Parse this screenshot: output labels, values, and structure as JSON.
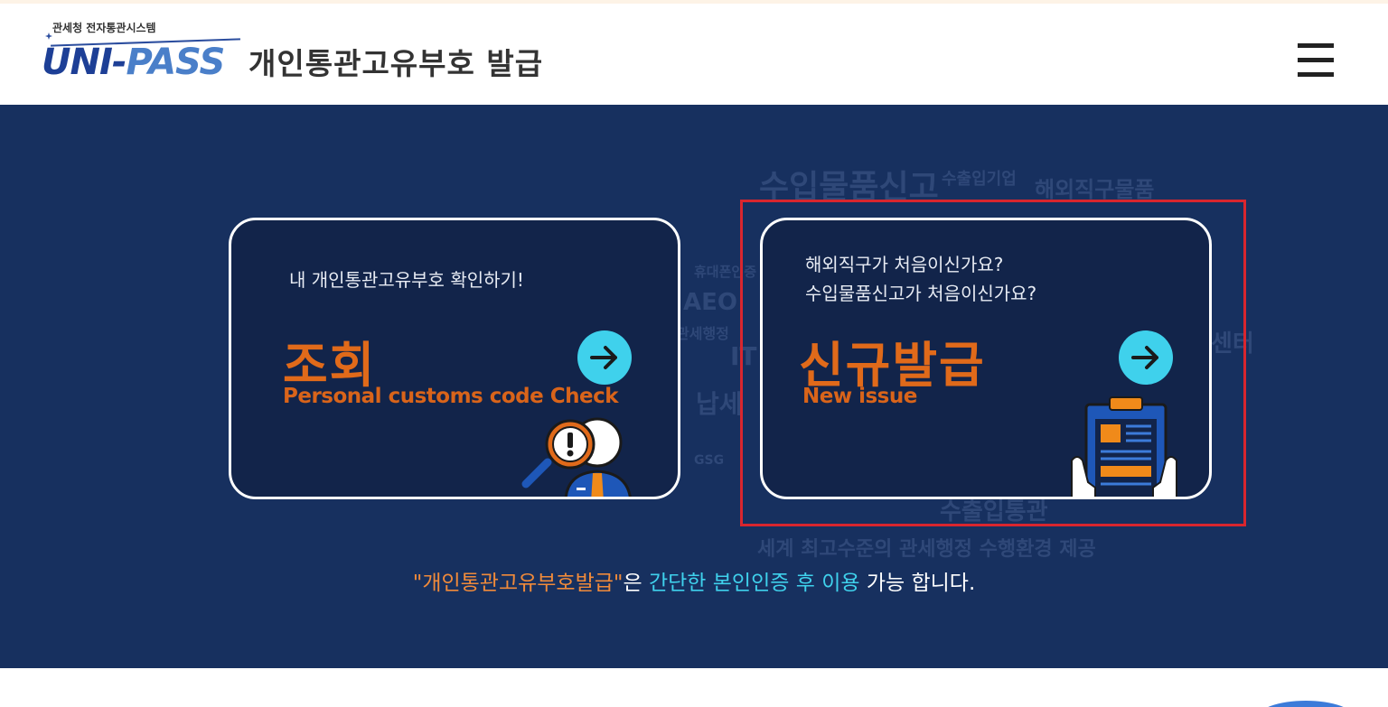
{
  "header": {
    "logo_subtitle": "관세청 전자통관시스템",
    "logo_text_uni": "UNI-",
    "logo_text_pass": "PASS",
    "site_title": "개인통관고유부호 발급",
    "menu_icon": "hamburger-menu-icon"
  },
  "cards": {
    "lookup": {
      "prompt": "내 개인통관고유부호 확인하기!",
      "title": "조회",
      "subtitle": "Personal customs code Check",
      "icon": "arrow-right-icon",
      "illustration": "magnifier-person-icon"
    },
    "issue": {
      "prompt_line1": "해외직구가 처음이신가요?",
      "prompt_line2": "수입물품신고가 처음이신가요?",
      "title": "신규발급",
      "subtitle": "New issue",
      "icon": "arrow-right-icon",
      "illustration": "clipboard-document-icon"
    }
  },
  "notice": {
    "part1": "\"개인통관고유부호발급\"",
    "part2": "은 ",
    "part3": "간단한 본인인증 후 이용",
    "part4": " 가능 합니다."
  },
  "background_words": {
    "w1": "수입물품신고",
    "w2": "수출입기업",
    "w3": "해외직구물품",
    "w4": "휴대폰인증",
    "w5": "AEO",
    "w6": "관세행정",
    "w7": "IT",
    "w8": "납세",
    "w9": "GSG",
    "w10": "세계 최고수준의 관세행정 수행환경 제공",
    "w11": "수출입통관",
    "w12": "센터"
  },
  "colors": {
    "hero_bg": "#17305f",
    "card_bg": "#12244a",
    "accent_orange": "#e06a1a",
    "accent_cyan": "#3fd1ec",
    "highlight_red": "#d9262e"
  }
}
